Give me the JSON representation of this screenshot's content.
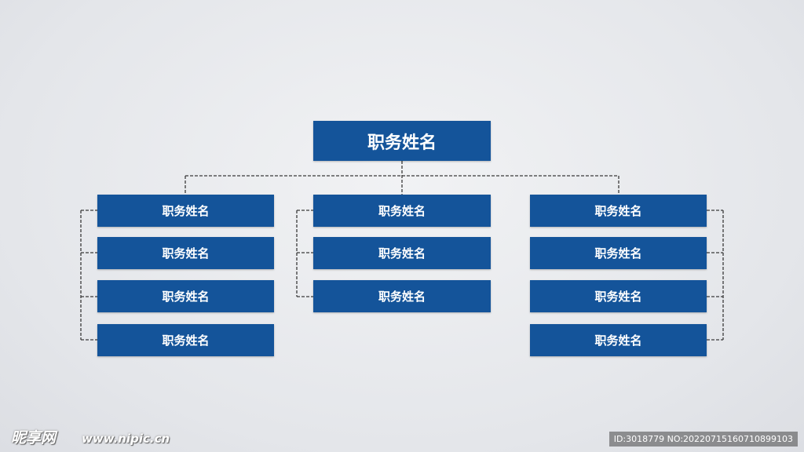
{
  "org_chart": {
    "root": {
      "label": "职务姓名"
    },
    "columns": [
      {
        "items": [
          "职务姓名",
          "职务姓名",
          "职务姓名",
          "职务姓名"
        ]
      },
      {
        "items": [
          "职务姓名",
          "职务姓名",
          "职务姓名"
        ]
      },
      {
        "items": [
          "职务姓名",
          "职务姓名",
          "职务姓名",
          "职务姓名"
        ]
      }
    ]
  },
  "colors": {
    "box": "#14549a",
    "connector": "#3a3a3a",
    "background": "#e8e9ec"
  },
  "watermark": {
    "logo": "昵享网",
    "url": "www.nipic.cn",
    "id_text": "ID:3018779 NO:20220715160710899103"
  }
}
